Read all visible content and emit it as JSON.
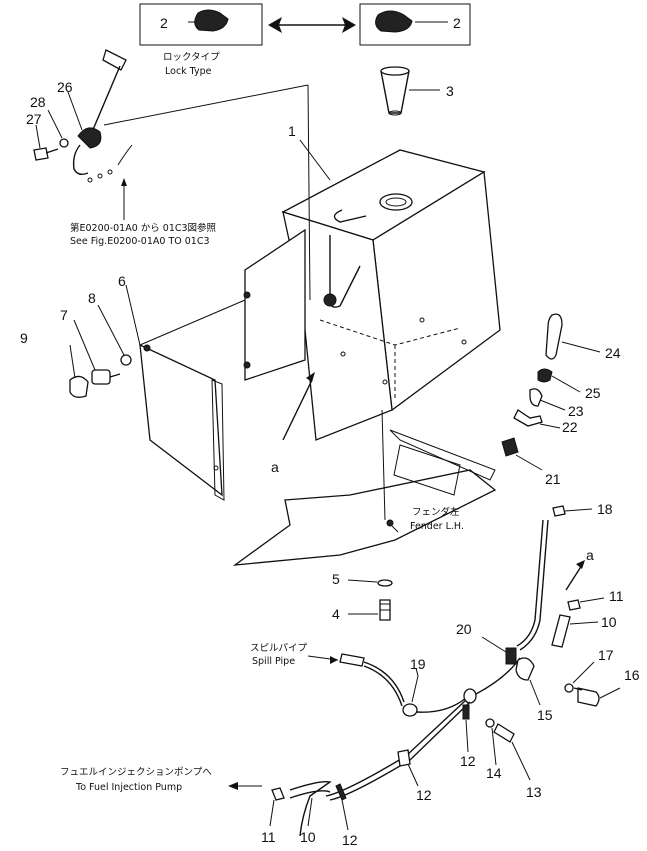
{
  "callouts": [
    {
      "id": "1",
      "text": "1"
    },
    {
      "id": "2a",
      "text": "2"
    },
    {
      "id": "2b",
      "text": "2"
    },
    {
      "id": "3",
      "text": "3"
    },
    {
      "id": "4",
      "text": "4"
    },
    {
      "id": "5",
      "text": "5"
    },
    {
      "id": "6",
      "text": "6"
    },
    {
      "id": "7",
      "text": "7"
    },
    {
      "id": "8",
      "text": "8"
    },
    {
      "id": "9",
      "text": "9"
    },
    {
      "id": "10a",
      "text": "10"
    },
    {
      "id": "10b",
      "text": "10"
    },
    {
      "id": "11a",
      "text": "11"
    },
    {
      "id": "11b",
      "text": "11"
    },
    {
      "id": "12a",
      "text": "12"
    },
    {
      "id": "12b",
      "text": "12"
    },
    {
      "id": "12c",
      "text": "12"
    },
    {
      "id": "13",
      "text": "13"
    },
    {
      "id": "14",
      "text": "14"
    },
    {
      "id": "15",
      "text": "15"
    },
    {
      "id": "16",
      "text": "16"
    },
    {
      "id": "17",
      "text": "17"
    },
    {
      "id": "18",
      "text": "18"
    },
    {
      "id": "19",
      "text": "19"
    },
    {
      "id": "20",
      "text": "20"
    },
    {
      "id": "21",
      "text": "21"
    },
    {
      "id": "22",
      "text": "22"
    },
    {
      "id": "23",
      "text": "23"
    },
    {
      "id": "24",
      "text": "24"
    },
    {
      "id": "25",
      "text": "25"
    },
    {
      "id": "26",
      "text": "26"
    },
    {
      "id": "27",
      "text": "27"
    },
    {
      "id": "28",
      "text": "28"
    },
    {
      "id": "a1",
      "text": "a"
    },
    {
      "id": "a2",
      "text": "a"
    }
  ],
  "notes": {
    "lock_type_jp": "ロックタイプ",
    "lock_type_en": "Lock Type",
    "see_fig_jp": "第E0200-01A0 から 01C3図参照",
    "see_fig_en": "See Fig.E0200-01A0 TO 01C3",
    "fender_jp": "フェンダ左",
    "fender_en": "Fender L.H.",
    "spill_jp": "スピルパイプ",
    "spill_en": "Spill Pipe",
    "pump_jp": "フュエルインジェクションポンプへ",
    "pump_en": "To Fuel Injection Pump"
  }
}
